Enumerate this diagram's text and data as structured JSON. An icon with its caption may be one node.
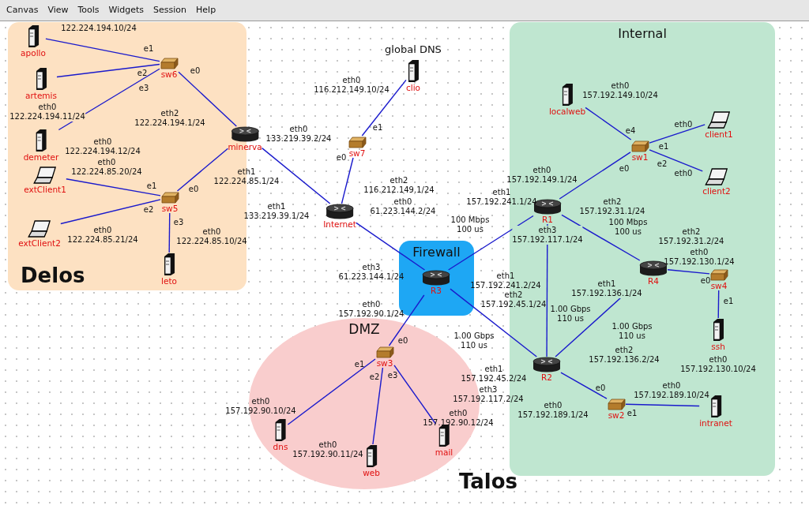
{
  "diagram": {
    "nodes": [
      {
        "text": [
          "Delos"
        ]
      },
      {
        "text": [
          "apollo"
        ],
        "in": 0,
        "beside": [
          "122.224.194.10/24"
        ]
      },
      {
        "text": [
          "artemis"
        ],
        "in": 0,
        "beside": [
          "eth0 122.224.194.11/24"
        ]
      },
      {
        "text": [
          "demeter"
        ],
        "in": 0,
        "beside": [
          "eth0 122.224.194.12/24"
        ]
      },
      {
        "text": [
          "sw6"
        ],
        "in": 0,
        "beside": [
          "e1",
          "e2",
          "e3",
          "e0"
        ]
      },
      {
        "text": [
          "minerva"
        ],
        "beside": [
          "eth2 122.224.194.1/24",
          "eth1 122.224.85.1/24",
          "eth0 133.219.39.2/24"
        ]
      },
      {
        "text": [
          "extClient1"
        ],
        "in": 0,
        "beside": [
          "eth0 122.224.85.20/24"
        ]
      },
      {
        "text": [
          "extClient2"
        ],
        "in": 0,
        "beside": [
          "eth0 122.224.85.21/24"
        ]
      },
      {
        "text": [
          "sw5"
        ],
        "in": 0,
        "beside": [
          "e0",
          "e1",
          "e2",
          "e3"
        ]
      },
      {
        "text": [
          "leto"
        ],
        "in": 0,
        "beside": [
          "eth0 122.224.85.10/24"
        ]
      },
      {
        "text": [
          "clio"
        ],
        "beside": [
          "eth0 116.212.149.10/24"
        ]
      },
      {
        "text": [
          "sw7"
        ],
        "beside": [
          "e1",
          "e0"
        ]
      },
      {
        "text": [
          "Internet"
        ],
        "beside": [
          "eth2 116.212.149.1/24",
          "eth1 133.219.39.1/24",
          "eth0 61.223.144.2/24"
        ]
      },
      {
        "text": [
          "Firewall"
        ]
      },
      {
        "text": [
          "R3"
        ],
        "in": 13,
        "beside": [
          "eth3 61.223.144.1/24",
          "eth1 157.192.241.2/24",
          "eth0 157.192.90.1/24",
          "eth2 157.192.45.1/24"
        ]
      },
      {
        "text": [
          "DMZ"
        ]
      },
      {
        "text": [
          "sw3"
        ],
        "in": 15,
        "beside": [
          "e0",
          "e1",
          "e2",
          "e3"
        ]
      },
      {
        "text": [
          "dns"
        ],
        "in": 15,
        "beside": [
          "eth0 157.192.90.10/24"
        ]
      },
      {
        "text": [
          "web"
        ],
        "in": 15,
        "beside": [
          "eth0 157.192.90.11/24"
        ]
      },
      {
        "text": [
          "mail"
        ],
        "in": 15,
        "beside": [
          "eth0 157.192.90.12/24"
        ]
      },
      {
        "text": [
          "Internal"
        ]
      },
      {
        "text": [
          "localweb"
        ],
        "in": 20,
        "beside": [
          "eth0 157.192.149.10/24"
        ]
      },
      {
        "text": [
          "sw1"
        ],
        "in": 20,
        "beside": [
          "e4",
          "e1",
          "e0",
          "e2"
        ]
      },
      {
        "text": [
          "client1"
        ],
        "in": 20,
        "beside": [
          "eth0"
        ]
      },
      {
        "text": [
          "client2"
        ],
        "in": 20,
        "beside": [
          "eth0"
        ]
      },
      {
        "text": [
          "R1"
        ],
        "in": 20,
        "beside": [
          "eth0 157.192.149.1/24",
          "eth1 157.192.241.1/24",
          "eth2 157.192.31.1/24",
          "eth3 157.192.117.1/24"
        ]
      },
      {
        "text": [
          "R4"
        ],
        "in": 20,
        "beside": [
          "eth0 157.192.130.1/24",
          "eth2 157.192.31.2/24",
          "eth1 157.192.136.1/24"
        ]
      },
      {
        "text": [
          "sw4"
        ],
        "in": 20,
        "beside": [
          "e0",
          "e1"
        ]
      },
      {
        "text": [
          "ssh"
        ],
        "in": 20,
        "beside": [
          "eth0 157.192.130.10/24"
        ]
      },
      {
        "text": [
          "R2"
        ],
        "in": 20,
        "beside": [
          "eth3 157.192.117.2/24",
          "eth2 157.192.136.2/24",
          "eth1 157.192.45.2/24",
          "eth0 157.192.189.1/24"
        ]
      },
      {
        "text": [
          "sw2"
        ],
        "in": 20,
        "beside": [
          "e0",
          "e1"
        ]
      },
      {
        "text": [
          "intranet"
        ],
        "in": 20,
        "beside": [
          "eth0 157.192.189.10/24"
        ]
      }
    ],
    "edges": [
      {
        "from": 1,
        "to": 4,
        "arrow": "none"
      },
      {
        "from": 2,
        "to": 4,
        "arrow": "none"
      },
      {
        "from": 3,
        "to": 4,
        "arrow": "none"
      },
      {
        "from": 4,
        "to": 5,
        "arrow": "none"
      },
      {
        "from": 6,
        "to": 8,
        "arrow": "none"
      },
      {
        "from": 7,
        "to": 8,
        "arrow": "none"
      },
      {
        "from": 8,
        "to": 9,
        "arrow": "none"
      },
      {
        "from": 8,
        "to": 5,
        "arrow": "none"
      },
      {
        "from": 5,
        "to": 12,
        "arrow": "none"
      },
      {
        "from": 12,
        "to": 11,
        "arrow": "none"
      },
      {
        "from": 11,
        "to": 10,
        "arrow": "none"
      },
      {
        "from": 12,
        "to": 14,
        "arrow": "none"
      },
      {
        "from": 14,
        "to": 25,
        "arrow": "none",
        "label": "100 Mbps 100 us"
      },
      {
        "from": 14,
        "to": 16,
        "arrow": "none"
      },
      {
        "from": 14,
        "to": 29,
        "arrow": "none",
        "label": "1.00 Gbps 110 us"
      },
      {
        "from": 16,
        "to": 17,
        "arrow": "none"
      },
      {
        "from": 16,
        "to": 18,
        "arrow": "none"
      },
      {
        "from": 16,
        "to": 19,
        "arrow": "none"
      },
      {
        "from": 25,
        "to": 22,
        "arrow": "none"
      },
      {
        "from": 22,
        "to": 21,
        "arrow": "none"
      },
      {
        "from": 22,
        "to": 23,
        "arrow": "none"
      },
      {
        "from": 22,
        "to": 24,
        "arrow": "none"
      },
      {
        "from": 25,
        "to": 26,
        "arrow": "none",
        "label": "100 Mbps 100 us"
      },
      {
        "from": 25,
        "to": 29,
        "arrow": "none",
        "label": "1.00 Gbps 110 us"
      },
      {
        "from": 26,
        "to": 29,
        "arrow": "none",
        "label": "1.00 Gbps 110 us"
      },
      {
        "from": 26,
        "to": 27,
        "arrow": "none"
      },
      {
        "from": 27,
        "to": 28,
        "arrow": "none"
      },
      {
        "from": 29,
        "to": 30,
        "arrow": "none"
      },
      {
        "from": 30,
        "to": 31,
        "arrow": "none"
      }
    ],
    "labels": [
      "Canvas",
      "View",
      "Tools",
      "Widgets",
      "Session",
      "Help",
      "global DNS",
      "Talos"
    ]
  }
}
